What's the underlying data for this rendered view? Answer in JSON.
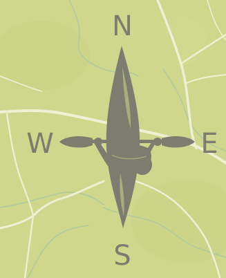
{
  "compass": {
    "north": "N",
    "south": "S",
    "west": "W",
    "east": "E"
  },
  "icons": {
    "emblem": "kayaker-paddle-icon"
  },
  "colors": {
    "background": "#cfd78c",
    "road": "#eef0d6",
    "river": "#a9c9a8",
    "emblem": "#7c7c6f"
  }
}
